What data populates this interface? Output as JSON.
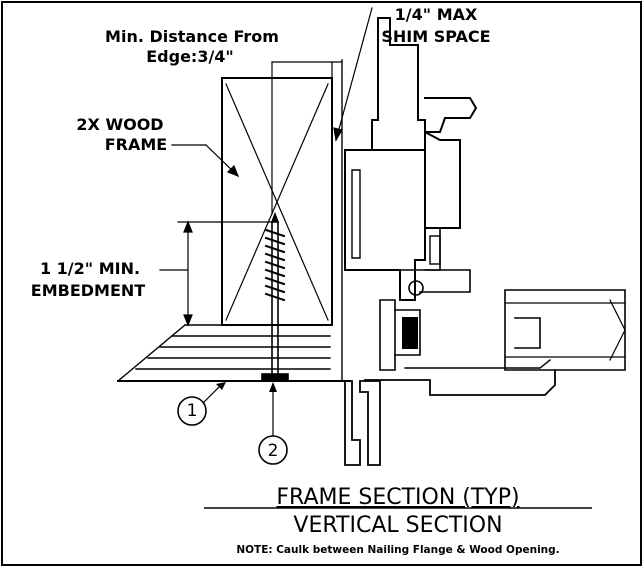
{
  "labels": {
    "min_distance_line1": "Min. Distance From",
    "min_distance_line2": "Edge:3/4\"",
    "shim_line1": "1/4\" MAX",
    "shim_line2": "SHIM SPACE",
    "wood_line1": "2X WOOD",
    "wood_line2": "FRAME",
    "embed_line1": "1 1/2\" MIN.",
    "embed_line2": "EMBEDMENT"
  },
  "callouts": {
    "one": "1",
    "two": "2"
  },
  "titles": {
    "main": "FRAME SECTION (TYP)",
    "sub": "VERTICAL SECTION",
    "note": "NOTE: Caulk between Nailing Flange & Wood Opening."
  }
}
